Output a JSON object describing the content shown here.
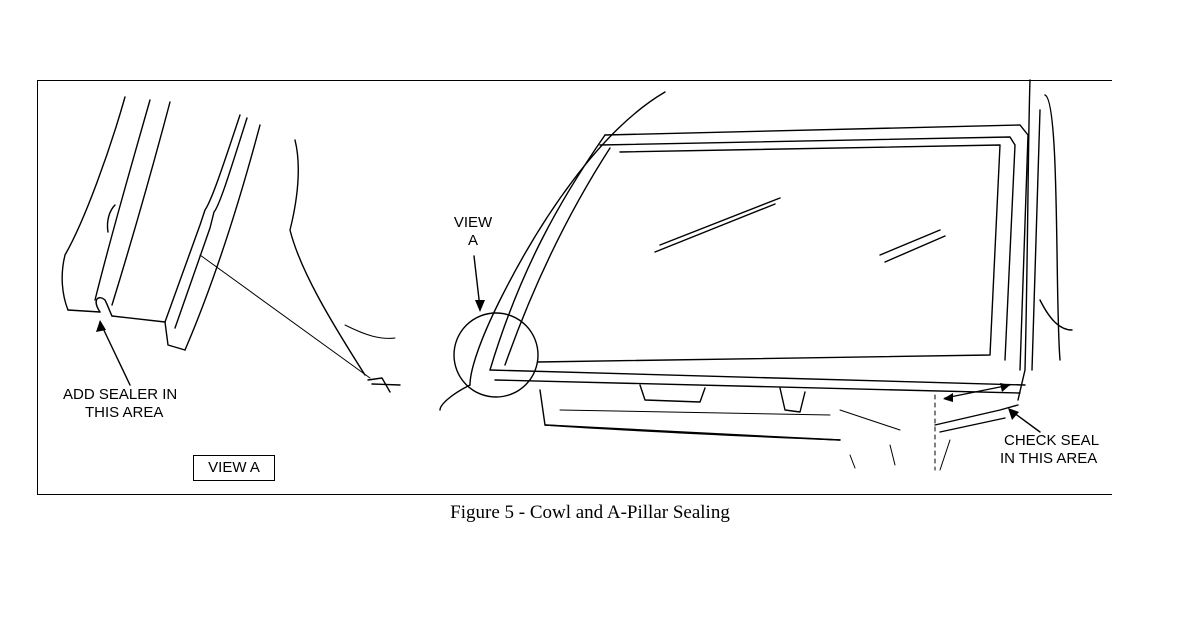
{
  "figure": {
    "caption": "Figure 5 - Cowl and A-Pillar Sealing"
  },
  "labels": {
    "view_a_pointer_line1": "VIEW",
    "view_a_pointer_line2": "A",
    "add_sealer_line1": "ADD SEALER IN",
    "add_sealer_line2": "THIS AREA",
    "check_seal_line1": "CHECK SEAL",
    "check_seal_line2": "IN THIS AREA",
    "view_a_box": "VIEW A"
  }
}
